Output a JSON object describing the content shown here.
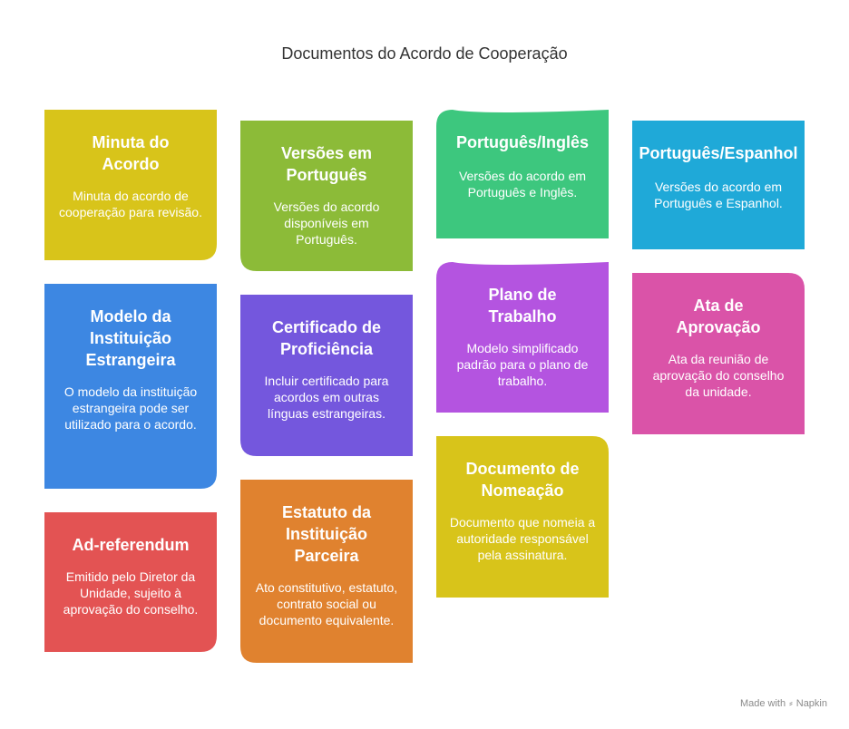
{
  "title": "Documentos do Acordo de Cooperação",
  "cards": {
    "minuta": {
      "title": "Minuta do\nAcordo",
      "desc": "Minuta do acordo de cooperação para revisão.",
      "color": "#D8C41A"
    },
    "versoes_pt": {
      "title": "Versões em\nPortuguês",
      "desc": "Versões do acordo disponíveis em Português.",
      "color": "#8CBB38"
    },
    "pt_en": {
      "title": "Português/Inglês",
      "desc": "Versões do acordo em Português e Inglês.",
      "color": "#3DC77E"
    },
    "pt_es": {
      "title": "Português/Espanhol",
      "desc": "Versões do acordo em Português e Espanhol.",
      "color": "#1FA9D8"
    },
    "modelo": {
      "title": "Modelo da\nInstituição\nEstrangeira",
      "desc": "O modelo da instituição estrangeira pode ser utilizado para o acordo.",
      "color": "#3D87E2"
    },
    "certificado": {
      "title": "Certificado de\nProficiência",
      "desc": "Incluir certificado para acordos em outras línguas estrangeiras.",
      "color": "#7457DD"
    },
    "plano": {
      "title": "Plano de\nTrabalho",
      "desc": "Modelo simplificado padrão para o plano de trabalho.",
      "color": "#B454E0"
    },
    "ata": {
      "title": "Ata de\nAprovação",
      "desc": "Ata da reunião de aprovação do conselho da unidade.",
      "color": "#DA53A8"
    },
    "adref": {
      "title": "Ad-referendum",
      "desc": "Emitido pelo Diretor da Unidade, sujeito à aprovação do conselho.",
      "color": "#E35353"
    },
    "estatuto": {
      "title": "Estatuto da\nInstituição\nParceira",
      "desc": "Ato constitutivo, estatuto, contrato social ou documento equivalente.",
      "color": "#E0822F"
    },
    "nomeacao": {
      "title": "Documento de\nNomeação",
      "desc": "Documento que nomeia a autoridade responsável pela assinatura.",
      "color": "#D8C41A"
    }
  },
  "footer": {
    "made_with": "Made with",
    "brand": "Napkin",
    "icon": "napkin-logo-icon"
  }
}
